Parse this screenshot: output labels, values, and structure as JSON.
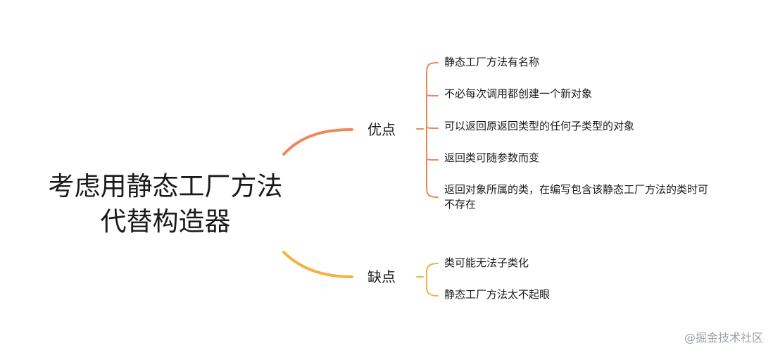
{
  "central_topic": {
    "line1": "考虑用静态工厂方法",
    "line2": "代替构造器"
  },
  "branches": [
    {
      "label": "优点",
      "color": "#f0875a",
      "items": [
        "静态工厂方法有名称",
        "不必每次调用都创建一个新对象",
        "可以返回原返回类型的任何子类型的对象",
        "返回类可随参数而变",
        "返回对象所属的类，在编写包含该静态工厂方法的类时可不存在"
      ]
    },
    {
      "label": "缺点",
      "color": "#f5b040",
      "items": [
        "类可能无法子类化",
        "静态工厂方法太不起眼"
      ]
    }
  ],
  "watermark": "@掘金技术社区"
}
